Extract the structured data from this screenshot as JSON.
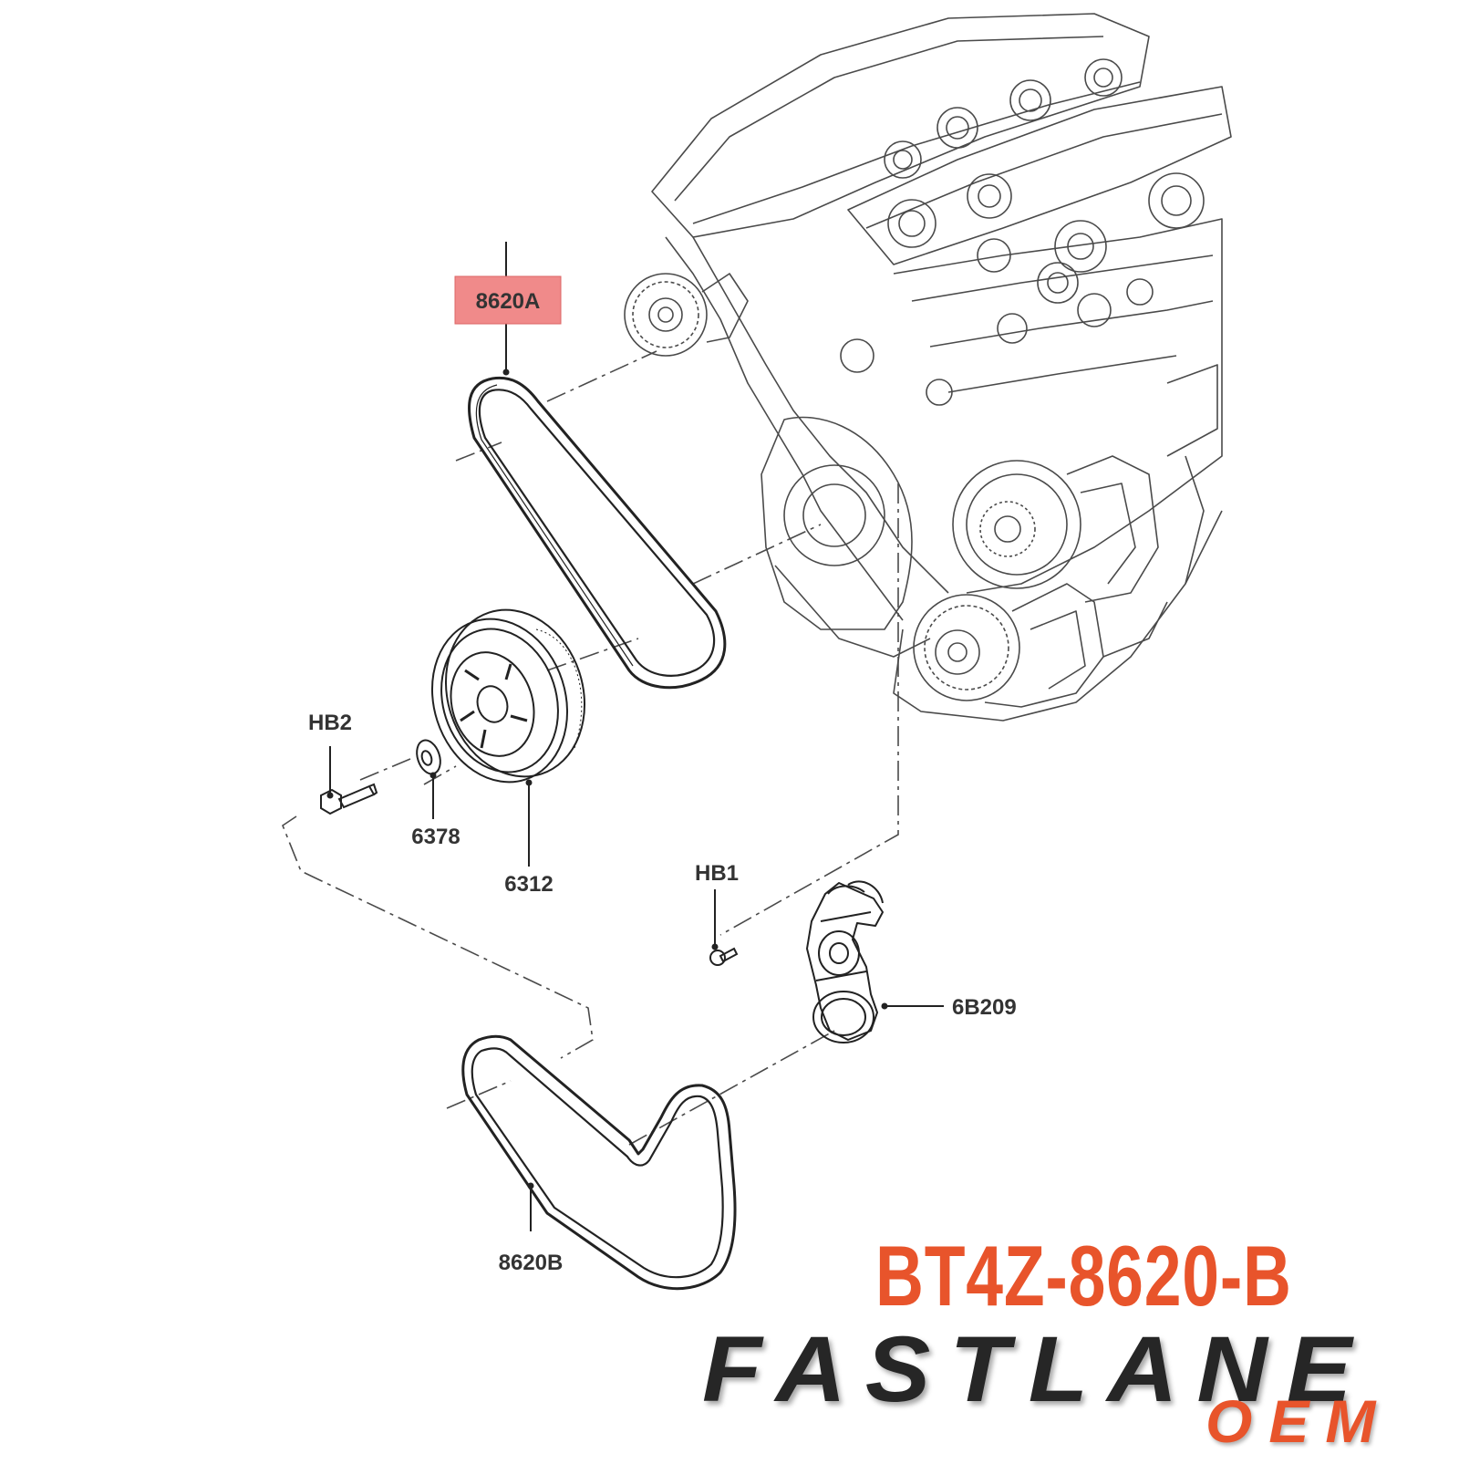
{
  "callouts": {
    "belt_a": "8620A",
    "belt_b": "8620B",
    "hb1": "HB1",
    "hb2": "HB2",
    "washer": "6378",
    "pulley": "6312",
    "tensioner": "6B209"
  },
  "highlight_color": "#f08a8a",
  "part_number": "BT4Z-8620-B",
  "brand": {
    "name": "FASTLANE",
    "sub": "OEM",
    "accent_color": "#e8542b",
    "dark_color": "#262626"
  }
}
